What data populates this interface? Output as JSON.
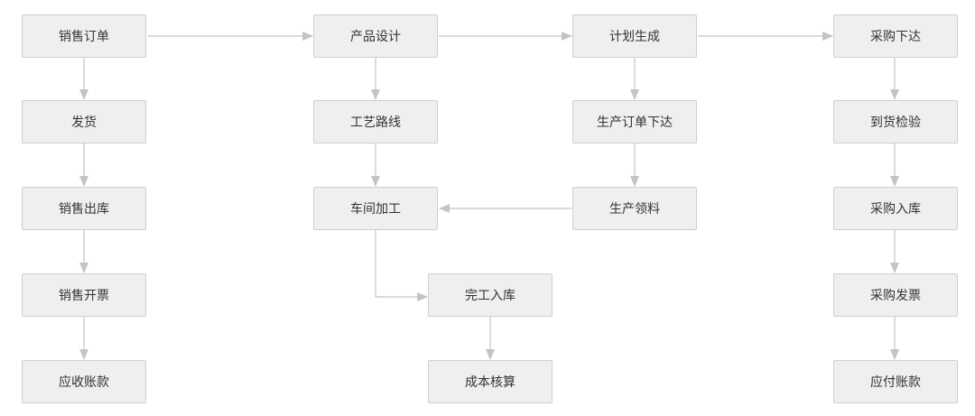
{
  "nodes": {
    "sales_order": "销售订单",
    "shipping": "发货",
    "sales_outbound": "销售出库",
    "sales_invoice": "销售开票",
    "receivables": "应收账款",
    "product_design": "产品设计",
    "process_route": "工艺路线",
    "workshop_processing": "车间加工",
    "completion_inbound": "完工入库",
    "cost_accounting": "成本核算",
    "plan_generation": "计划生成",
    "production_order_issue": "生产订单下达",
    "production_material_pick": "生产领料",
    "purchase_issue": "采购下达",
    "arrival_inspection": "到货检验",
    "purchase_inbound": "采购入库",
    "purchase_invoice": "采购发票",
    "payables": "应付账款"
  },
  "colors": {
    "node_fill": "#efefef",
    "node_border": "#cfcfcf",
    "connector": "#c4c4c4",
    "text": "#333333"
  }
}
